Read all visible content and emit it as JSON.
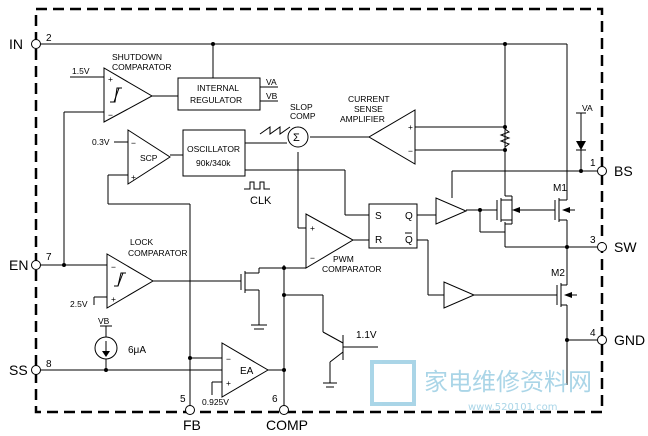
{
  "pins": {
    "in": {
      "label": "IN",
      "num": "2"
    },
    "en": {
      "label": "EN",
      "num": "7"
    },
    "ss": {
      "label": "SS",
      "num": "8"
    },
    "fb": {
      "label": "FB",
      "num": "5"
    },
    "comp": {
      "label": "COMP",
      "num": "6"
    },
    "bs": {
      "label": "BS",
      "num": "1"
    },
    "sw": {
      "label": "SW",
      "num": "3"
    },
    "gnd": {
      "label": "GND",
      "num": "4"
    }
  },
  "blocks": {
    "shutdown_line1": "SHUTDOWN",
    "shutdown_line2": "COMPARATOR",
    "shutdown_ref": "1.5V",
    "regulator_line1": "INTERNAL",
    "regulator_line2": "REGULATOR",
    "va": "VA",
    "vb": "VB",
    "scp": "SCP",
    "scp_ref": "0.3V",
    "oscillator_line1": "OSCILLATOR",
    "oscillator_line2": "90k/340k",
    "clk": "CLK",
    "slope_line1": "SLOP",
    "slope_line2": "COMP",
    "sum_symbol": "Σ",
    "current_sense_line1": "CURRENT",
    "current_sense_line2": "SENSE",
    "current_sense_line3": "AMPLIFIER",
    "va_top": "VA",
    "lock_line1": "LOCK",
    "lock_line2": "COMPARATOR",
    "lock_ref": "2.5V",
    "pwm_line1": "PWM",
    "pwm_line2": "COMPARATOR",
    "sr_s": "S",
    "sr_r": "R",
    "sr_q": "Q",
    "sr_qbar": "Q",
    "m1": "M1",
    "m2": "M2",
    "vb_source": "VB",
    "current_source": "6μA",
    "ea": "EA",
    "ea_ref": "0.925V",
    "clamp": "1.1V",
    "plus": "+",
    "minus": "−"
  },
  "watermark": {
    "text": "家电维修资料网",
    "url": "www.520101.com"
  },
  "colors": {
    "line": "#000000",
    "watermark": "#8ec8e0"
  }
}
